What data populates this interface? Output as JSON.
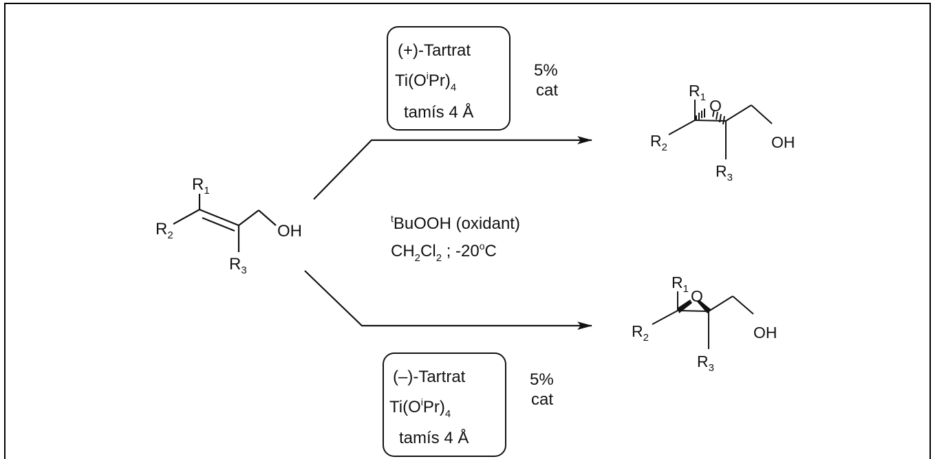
{
  "top_reagents": {
    "tartrate": "(+)-Tartrat",
    "ti_prefix": "Ti(O",
    "ti_sup": "i",
    "ti_mid": "Pr)",
    "ti_sub": "4",
    "sieves": "tamís 4 Å",
    "catalyst_amount": "5%",
    "catalyst_word": "cat"
  },
  "bottom_reagents": {
    "tartrate": "(–)-Tartrat",
    "ti_prefix": "Ti(O",
    "ti_sup": "i",
    "ti_mid": "Pr)",
    "ti_sub": "4",
    "sieves": "tamís 4 Å",
    "catalyst_amount": "5%",
    "catalyst_word": "cat"
  },
  "conditions": {
    "oxidant_sup": "t",
    "oxidant_text": "BuOOH (oxidant)",
    "solvent_ch": "CH",
    "solvent_sub1": "2",
    "solvent_cl": "Cl",
    "solvent_sub2": "2",
    "solvent_rest": " ; -20",
    "temp_sup": "o",
    "temp_unit": "C"
  },
  "starting_material": {
    "r_letter": "R",
    "r1": "1",
    "r2": "2",
    "r3": "3",
    "oh": "OH"
  },
  "product_top": {
    "r_letter": "R",
    "r1": "1",
    "r2": "2",
    "r3": "3",
    "oxygen": "O",
    "oh": "OH"
  },
  "product_bottom": {
    "r_letter": "R",
    "r1": "1",
    "r2": "2",
    "r3": "3",
    "oxygen": "O",
    "oh": "OH"
  }
}
